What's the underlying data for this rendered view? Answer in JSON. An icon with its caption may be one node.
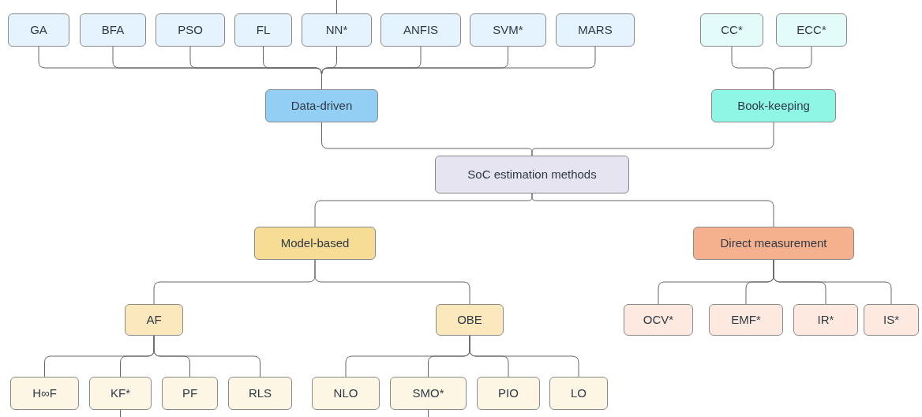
{
  "diagram": {
    "nodes": [
      {
        "text": [
          "SoC estimation methods"
        ]
      },
      {
        "text": [
          "Data-driven"
        ]
      },
      {
        "text": [
          "Book-keeping"
        ]
      },
      {
        "text": [
          "Model-based"
        ]
      },
      {
        "text": [
          "Direct measurement"
        ]
      },
      {
        "text": [
          "GA"
        ]
      },
      {
        "text": [
          "BFA"
        ]
      },
      {
        "text": [
          "PSO"
        ]
      },
      {
        "text": [
          "FL"
        ]
      },
      {
        "text": [
          "NN*"
        ]
      },
      {
        "text": [
          "ANFIS"
        ]
      },
      {
        "text": [
          "SVM*"
        ]
      },
      {
        "text": [
          "MARS"
        ]
      },
      {
        "text": [
          "CC*"
        ]
      },
      {
        "text": [
          "ECC*"
        ]
      },
      {
        "text": [
          "AF"
        ]
      },
      {
        "text": [
          "OBE"
        ]
      },
      {
        "text": [
          "OCV*"
        ]
      },
      {
        "text": [
          "EMF*"
        ]
      },
      {
        "text": [
          "IR*"
        ]
      },
      {
        "text": [
          "IS*"
        ]
      },
      {
        "text": [
          "H∞F"
        ]
      },
      {
        "text": [
          "KF*"
        ]
      },
      {
        "text": [
          "PF"
        ]
      },
      {
        "text": [
          "RLS"
        ]
      },
      {
        "text": [
          "NLO"
        ]
      },
      {
        "text": [
          "SMO*"
        ]
      },
      {
        "text": [
          "PIO"
        ]
      },
      {
        "text": [
          "LO"
        ]
      }
    ],
    "edges": [
      {
        "from": 0,
        "to": 1,
        "arrow": "none"
      },
      {
        "from": 0,
        "to": 2,
        "arrow": "none"
      },
      {
        "from": 0,
        "to": 3,
        "arrow": "none"
      },
      {
        "from": 0,
        "to": 4,
        "arrow": "none"
      },
      {
        "from": 1,
        "to": 5,
        "arrow": "none"
      },
      {
        "from": 1,
        "to": 6,
        "arrow": "none"
      },
      {
        "from": 1,
        "to": 7,
        "arrow": "none"
      },
      {
        "from": 1,
        "to": 8,
        "arrow": "none"
      },
      {
        "from": 1,
        "to": 9,
        "arrow": "none"
      },
      {
        "from": 1,
        "to": 10,
        "arrow": "none"
      },
      {
        "from": 1,
        "to": 11,
        "arrow": "none"
      },
      {
        "from": 1,
        "to": 12,
        "arrow": "none"
      },
      {
        "from": 2,
        "to": 13,
        "arrow": "none"
      },
      {
        "from": 2,
        "to": 14,
        "arrow": "none"
      },
      {
        "from": 3,
        "to": 15,
        "arrow": "none"
      },
      {
        "from": 3,
        "to": 16,
        "arrow": "none"
      },
      {
        "from": 4,
        "to": 17,
        "arrow": "none"
      },
      {
        "from": 4,
        "to": 18,
        "arrow": "none"
      },
      {
        "from": 4,
        "to": 19,
        "arrow": "none"
      },
      {
        "from": 4,
        "to": 20,
        "arrow": "none"
      },
      {
        "from": 15,
        "to": 21,
        "arrow": "none"
      },
      {
        "from": 15,
        "to": 22,
        "arrow": "none"
      },
      {
        "from": 15,
        "to": 23,
        "arrow": "none"
      },
      {
        "from": 15,
        "to": 24,
        "arrow": "none"
      },
      {
        "from": 16,
        "to": 25,
        "arrow": "none"
      },
      {
        "from": 16,
        "to": 26,
        "arrow": "none"
      },
      {
        "from": 16,
        "to": 27,
        "arrow": "none"
      },
      {
        "from": 16,
        "to": 28,
        "arrow": "none"
      },
      {
        "from": null,
        "to": 9,
        "arrow": "none"
      },
      {
        "from": 22,
        "to": null,
        "arrow": "none"
      },
      {
        "from": 26,
        "to": null,
        "arrow": "none"
      }
    ]
  }
}
